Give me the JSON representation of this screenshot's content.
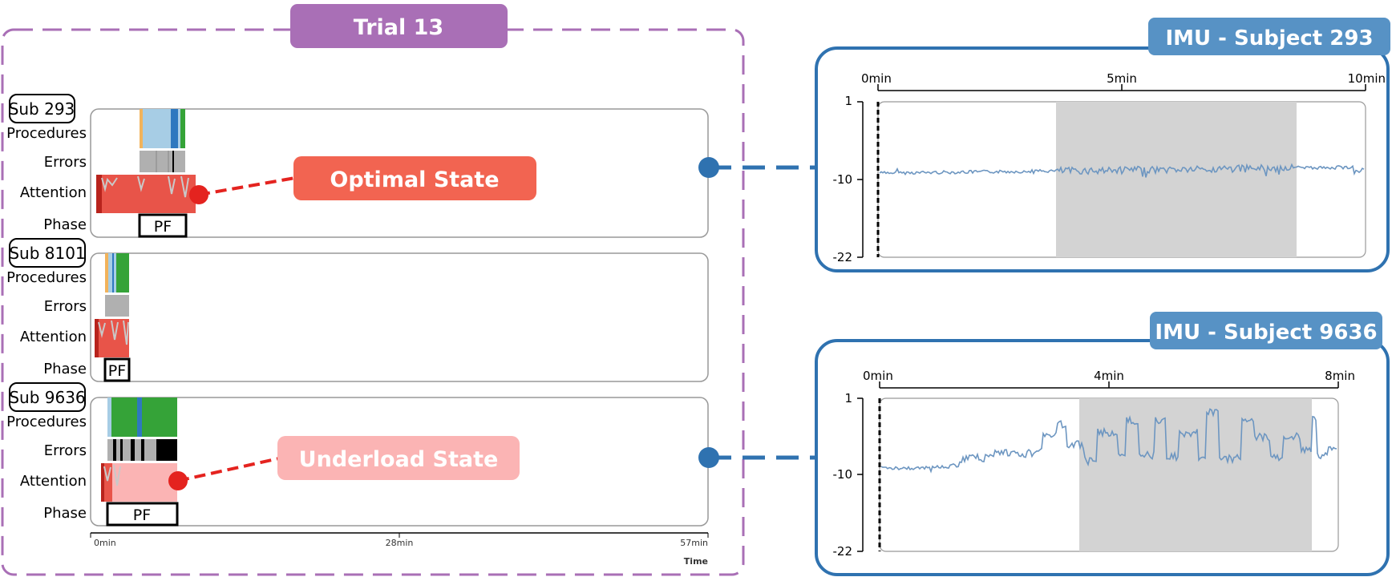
{
  "trial": {
    "title": "Trial 13"
  },
  "row_labels": {
    "procedures": "Procedures",
    "errors": "Errors",
    "attention": "Attention",
    "phase": "Phase"
  },
  "subjects": [
    {
      "label": "Sub 293",
      "phase": "PF"
    },
    {
      "label": "Sub 8101",
      "phase": "PF"
    },
    {
      "label": "Sub 9636",
      "phase": "PF"
    }
  ],
  "timeline_axis": {
    "ticks": [
      "0min",
      "28min",
      "57min"
    ],
    "label": "Time"
  },
  "callouts": {
    "optimal": {
      "label": "Optimal State",
      "color": "#f26451"
    },
    "underload": {
      "label": "Underload State",
      "color": "#fbb4b4"
    }
  },
  "imu_panels": [
    {
      "title": "IMU - Subject 293",
      "x_ticks": [
        "0min",
        "5min",
        "10min"
      ],
      "y_ticks": [
        "1",
        "-10",
        "-22"
      ],
      "duration_min": 10
    },
    {
      "title": "IMU - Subject 9636",
      "x_ticks": [
        "0min",
        "4min",
        "8min"
      ],
      "y_ticks": [
        "1",
        "-10",
        "-22"
      ],
      "duration_min": 8
    }
  ],
  "colors": {
    "trial_purple": "#a96fb6",
    "imu_blue": "#2f72b0",
    "imu_title_blue": "#5792c5",
    "attention_red": "#e85449",
    "underload_pink": "#fbb4b4",
    "proc_lightblue": "#a7cde5",
    "proc_blue": "#2e78bf",
    "proc_green": "#35a338",
    "proc_orange": "#f2b35b",
    "error_gray": "#b0b0b0",
    "signal": "#6d96c1",
    "shade": "#d3d3d3"
  }
}
